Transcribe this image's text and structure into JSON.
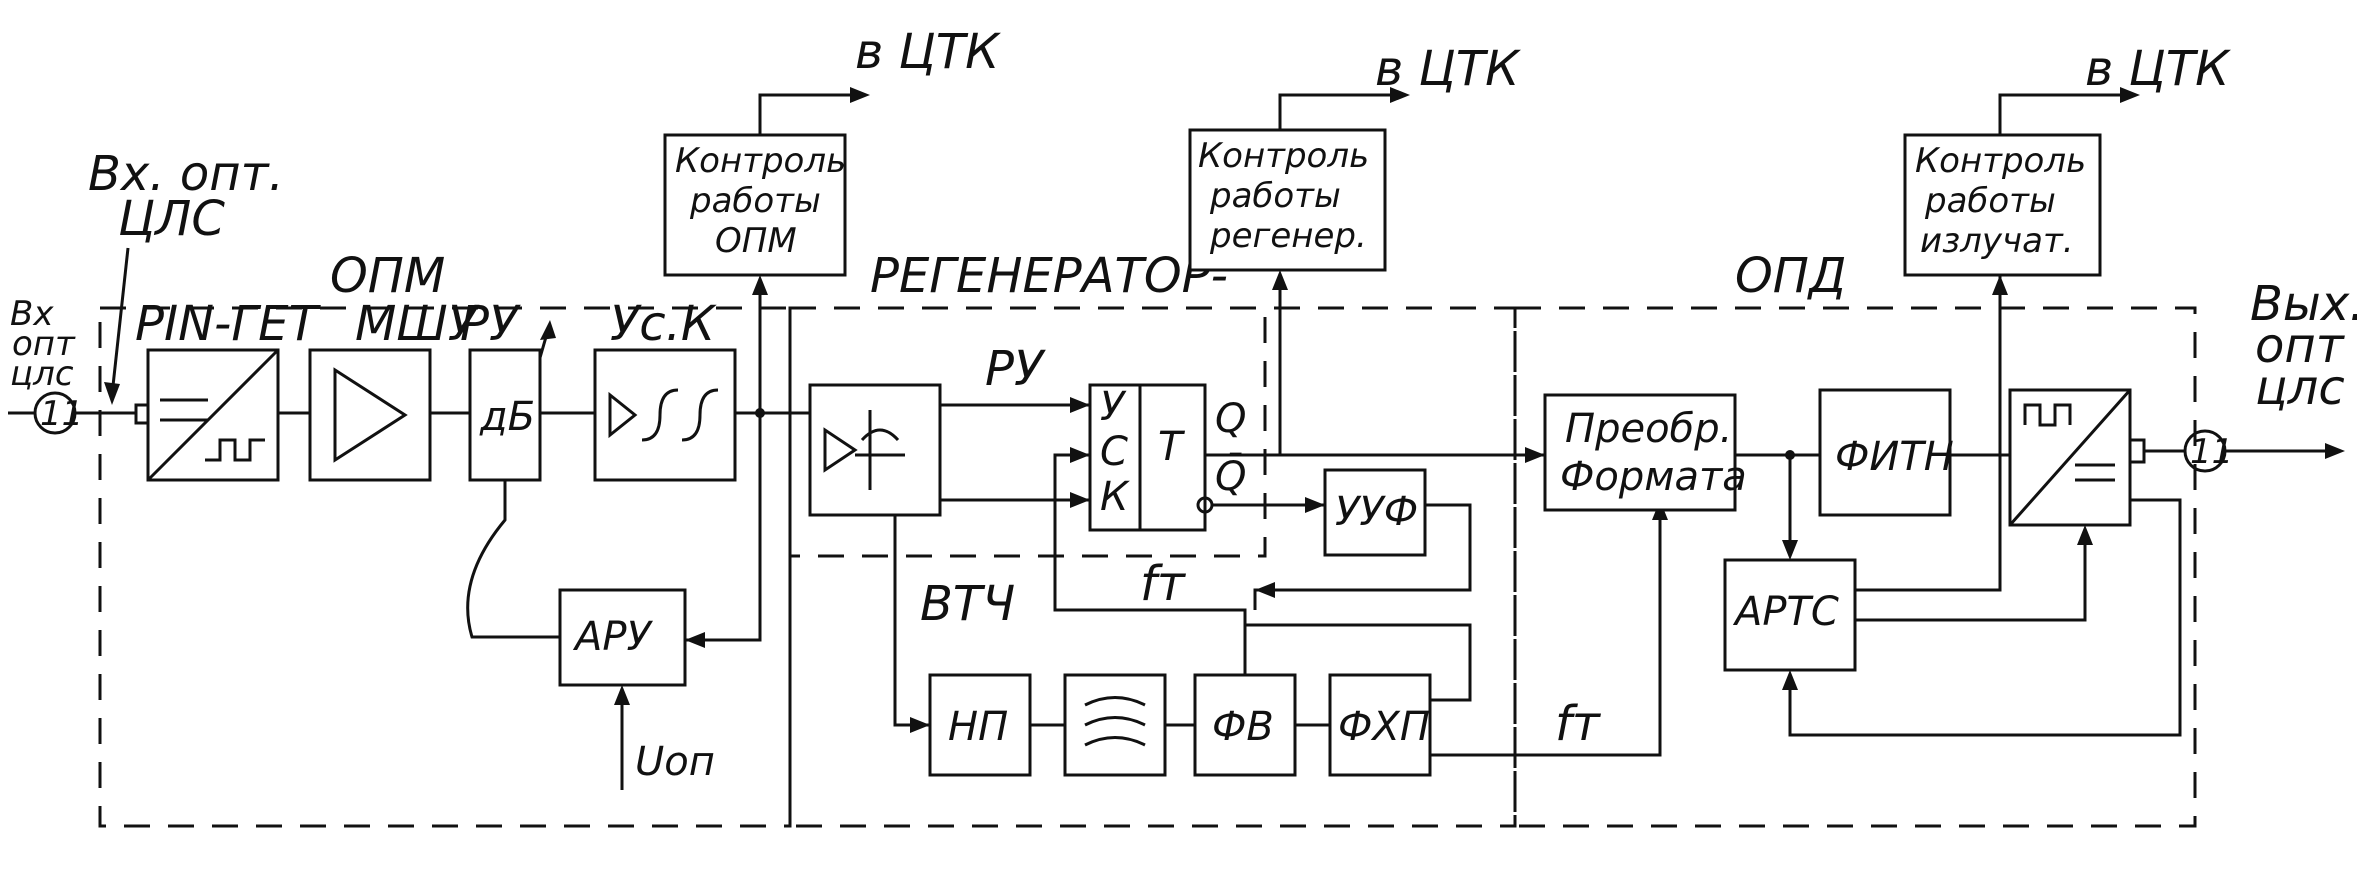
{
  "title_sections": {
    "opm": "ОПМ",
    "regenerator": "РЕГЕНЕРАТОР-",
    "opd": "ОПД"
  },
  "labels": {
    "input_top_1": "Вх. опт.",
    "input_top_2": "ЦЛС",
    "input_left_1": "Вх",
    "input_left_2": "опт",
    "input_left_3": "цлс",
    "output_1": "Вых.",
    "output_2": "опт",
    "output_3": "цлс",
    "connector_in": "11",
    "connector_out": "11",
    "to_utk_1": "в ЦТК",
    "to_utk_2": "в ЦТК",
    "to_utk_3": "в ЦТК",
    "ft_1": "fт",
    "ft_2": "fт",
    "u_op": "Uоп",
    "vtch": "ВТЧ",
    "ru_reg": "РУ"
  },
  "blocks": {
    "pin_get": "PIN-ГЕТ",
    "mshu": "МШУ",
    "ru": "РУ",
    "usk": "Ус.К",
    "att": "дБ",
    "apu": "АРУ",
    "ctrl_opm": [
      "Контроль",
      "работы",
      "ОПМ"
    ],
    "ctrl_reg": [
      "Контроль",
      "работы",
      "регенер."
    ],
    "ctrl_rad": [
      "Контроль",
      "работы",
      "излучат."
    ],
    "trig_y": "У",
    "trig_c": "С",
    "trig_k": "К",
    "trig_t": "Т",
    "trig_q": "Q",
    "trig_nq": "Q̄",
    "uuf": "УУФ",
    "np": "НП",
    "fv": "ФВ",
    "fhp": "ФХП",
    "preobr": [
      "Преобр.",
      "Формата"
    ],
    "fitn": "ФИТН",
    "artc": "АРТС"
  }
}
